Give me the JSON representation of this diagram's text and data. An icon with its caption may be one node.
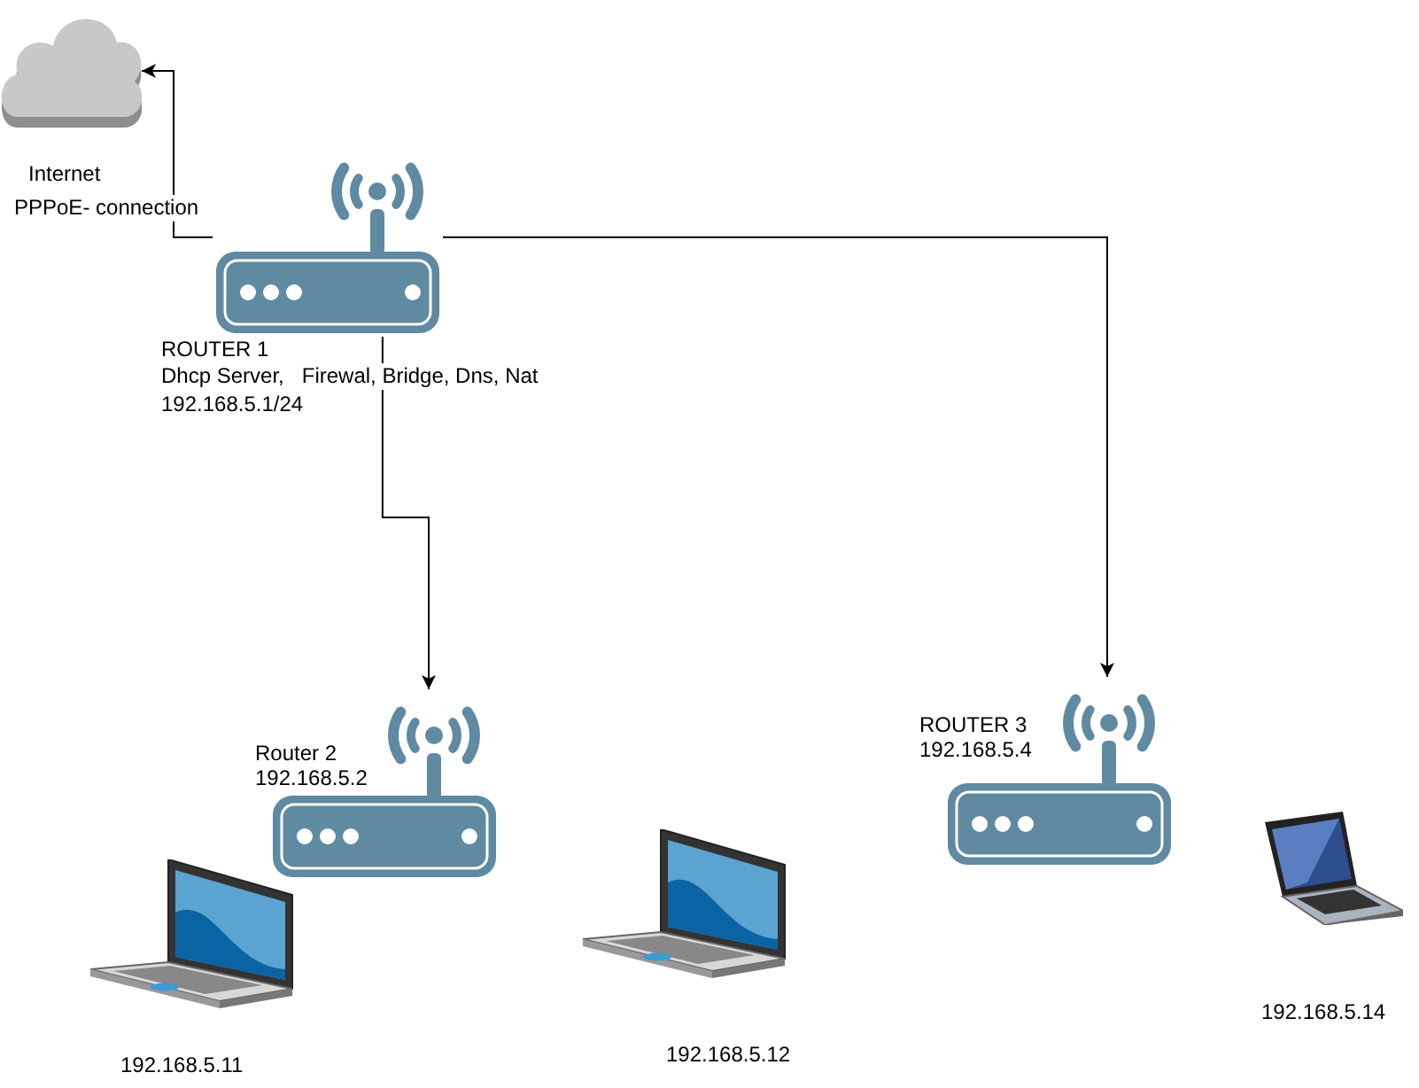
{
  "diagram": {
    "nodes": [
      {
        "text": [],
        "shape": "cloud",
        "beside": [
          "Internet",
          "PPPoE- connection"
        ]
      },
      {
        "text": [],
        "shape": "router",
        "beside": [
          "ROUTER 1",
          "Dhcp Server,   Firewal, Bridge, Dns, Nat",
          "192.168.5.1/24"
        ]
      },
      {
        "text": [
          "Router 2",
          "192.168.5.2"
        ]
      },
      {
        "text": [
          "ROUTER 3",
          "192.168.5.4"
        ]
      },
      {
        "text": [],
        "shape": "laptop",
        "beside": [
          "192.168.5.11"
        ]
      },
      {
        "text": [],
        "shape": "laptop",
        "beside": [
          "192.168.5.12"
        ]
      },
      {
        "text": [],
        "shape": "laptop",
        "beside": [
          "192.168.5.14"
        ]
      }
    ],
    "edges": [
      {
        "from": 1,
        "to": 0,
        "arrow": "to"
      },
      {
        "from": 1,
        "to": 2,
        "arrow": "to"
      },
      {
        "from": 1,
        "to": 3,
        "arrow": "to"
      }
    ]
  }
}
